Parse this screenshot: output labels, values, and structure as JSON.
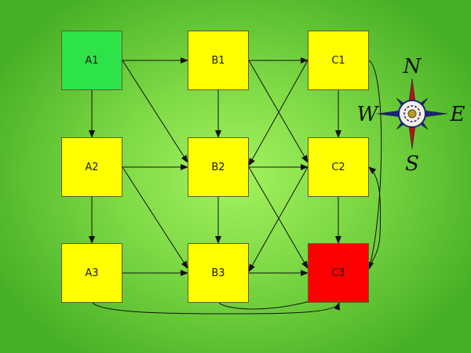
{
  "colors": {
    "start": "#2ee34a",
    "normal": "#ffff00",
    "end": "#ff0000",
    "edge": "#111111",
    "compass_red": "#b5121b",
    "compass_blue": "#1a237e"
  },
  "nodes": [
    {
      "id": "A1",
      "label": "A1",
      "col": 0,
      "row": 0,
      "state": "start"
    },
    {
      "id": "B1",
      "label": "B1",
      "col": 1,
      "row": 0,
      "state": "normal"
    },
    {
      "id": "C1",
      "label": "C1",
      "col": 2,
      "row": 0,
      "state": "normal"
    },
    {
      "id": "A2",
      "label": "A2",
      "col": 0,
      "row": 1,
      "state": "normal"
    },
    {
      "id": "B2",
      "label": "B2",
      "col": 1,
      "row": 1,
      "state": "normal"
    },
    {
      "id": "C2",
      "label": "C2",
      "col": 2,
      "row": 1,
      "state": "normal"
    },
    {
      "id": "A3",
      "label": "A3",
      "col": 0,
      "row": 2,
      "state": "normal"
    },
    {
      "id": "B3",
      "label": "B3",
      "col": 1,
      "row": 2,
      "state": "normal"
    },
    {
      "id": "C3",
      "label": "C3",
      "col": 2,
      "row": 2,
      "state": "end"
    }
  ],
  "edges": [
    {
      "from": "A1",
      "to": "B1"
    },
    {
      "from": "A1",
      "to": "A2"
    },
    {
      "from": "A1",
      "to": "B2"
    },
    {
      "from": "B1",
      "to": "C1"
    },
    {
      "from": "B1",
      "to": "B2"
    },
    {
      "from": "B1",
      "to": "C2"
    },
    {
      "from": "C1",
      "to": "B2"
    },
    {
      "from": "C1",
      "to": "C2"
    },
    {
      "from": "C1",
      "to": "C3"
    },
    {
      "from": "A2",
      "to": "B2"
    },
    {
      "from": "A2",
      "to": "A3"
    },
    {
      "from": "A2",
      "to": "B3"
    },
    {
      "from": "B2",
      "to": "C2"
    },
    {
      "from": "B2",
      "to": "B3"
    },
    {
      "from": "B2",
      "to": "C3"
    },
    {
      "from": "C2",
      "to": "B3"
    },
    {
      "from": "C2",
      "to": "C3"
    },
    {
      "from": "A3",
      "to": "B3"
    },
    {
      "from": "A3",
      "to": "C3"
    },
    {
      "from": "B3",
      "to": "C3"
    },
    {
      "from": "B3",
      "to": "C2"
    }
  ],
  "compass": {
    "north": "N",
    "south": "S",
    "east": "E",
    "west": "W"
  }
}
